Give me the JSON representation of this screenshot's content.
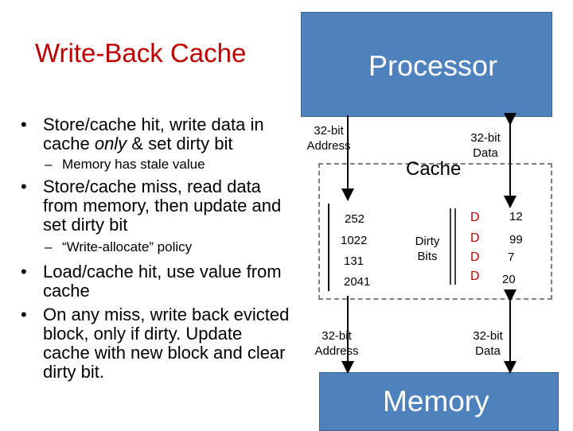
{
  "title": "Write-Back Cache",
  "bullets": [
    {
      "text_before": "Store/cache hit, write data in cache ",
      "emph": "only",
      "text_after": " & set dirty bit",
      "sub": "Memory has stale value"
    },
    {
      "text_before": "Store/cache miss, read data from memory, then update and set dirty bit",
      "emph": "",
      "text_after": "",
      "sub": "“Write-allocate” policy"
    },
    {
      "text_before": "Load/cache hit, use value from cache",
      "emph": "",
      "text_after": "",
      "sub": ""
    },
    {
      "text_before": "On any miss, write back evicted block, only if dirty. Update cache with new block and clear dirty bit.",
      "emph": "",
      "text_after": "",
      "sub": ""
    }
  ],
  "diagram": {
    "processor_label": "Processor",
    "memory_label": "Memory",
    "cache_label": "Cache",
    "top_address_label": "32-bit\nAddress",
    "top_data_label": "32-bit\nData",
    "bottom_address_label": "32-bit\nAddress",
    "bottom_data_label": "32-bit\nData",
    "dirty_bits_label": "Dirty\nBits",
    "tags": [
      "252",
      "1022",
      "131",
      "2041"
    ],
    "dirty_flags": [
      "D",
      "D",
      "D",
      "D"
    ],
    "data_values": [
      "12",
      "99",
      "7",
      "20"
    ],
    "colors": {
      "block": "#4f81bd",
      "title": "#c00000",
      "dirty": "#c00000"
    }
  }
}
